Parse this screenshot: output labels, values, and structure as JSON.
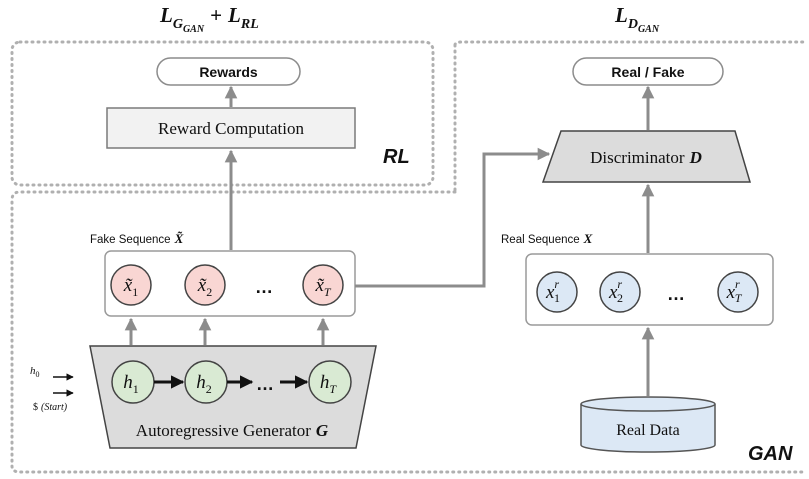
{
  "loss_generator": {
    "main": "L",
    "sub": "G",
    "subsub": "GAN",
    "plus": "+",
    "rl_main": "L",
    "rl_sub": "RL"
  },
  "loss_discriminator": {
    "main": "L",
    "sub": "D",
    "subsub": "GAN"
  },
  "rl_region": {
    "label": "RL"
  },
  "gan_region": {
    "label": "GAN"
  },
  "rewards": {
    "label": "Rewards"
  },
  "reward_computation": {
    "label": "Reward Computation"
  },
  "real_fake": {
    "label": "Real / Fake"
  },
  "discriminator": {
    "label": "Discriminator",
    "symbol": "D"
  },
  "fake_sequence": {
    "label": "Fake Sequence",
    "symbol": "X̃",
    "tokens": [
      {
        "base": "x̃",
        "sub": "1"
      },
      {
        "base": "x̃",
        "sub": "2"
      },
      {
        "base": "x̃",
        "sub": "T"
      }
    ],
    "ellipsis": "…"
  },
  "real_sequence": {
    "label": "Real Sequence",
    "symbol": "X",
    "tokens": [
      {
        "base": "x",
        "sup": "r",
        "sub": "1"
      },
      {
        "base": "x",
        "sup": "r",
        "sub": "2"
      },
      {
        "base": "x",
        "sup": "r",
        "sub": "T"
      }
    ],
    "ellipsis": "…"
  },
  "generator": {
    "label": "Autoregressive Generator",
    "symbol": "G",
    "hidden": [
      {
        "base": "h",
        "sub": "1"
      },
      {
        "base": "h",
        "sub": "2"
      },
      {
        "base": "h",
        "sub": "T"
      }
    ],
    "ellipsis": "…",
    "input_h0_base": "h",
    "input_h0_sub": "0",
    "input_start_symbol": "$",
    "input_start_text": "(Start)"
  },
  "real_data": {
    "label": "Real Data"
  },
  "colors": {
    "fake_node_fill": "#f9d6d3",
    "real_node_fill": "#dce8f5",
    "hidden_node_fill": "#d9ead3",
    "box_fill": "#f2f2f2",
    "trapezoid_fill": "#dcdcdc",
    "arrow_gray": "#8c8c8c",
    "dotted_border": "#b0b0b0"
  }
}
